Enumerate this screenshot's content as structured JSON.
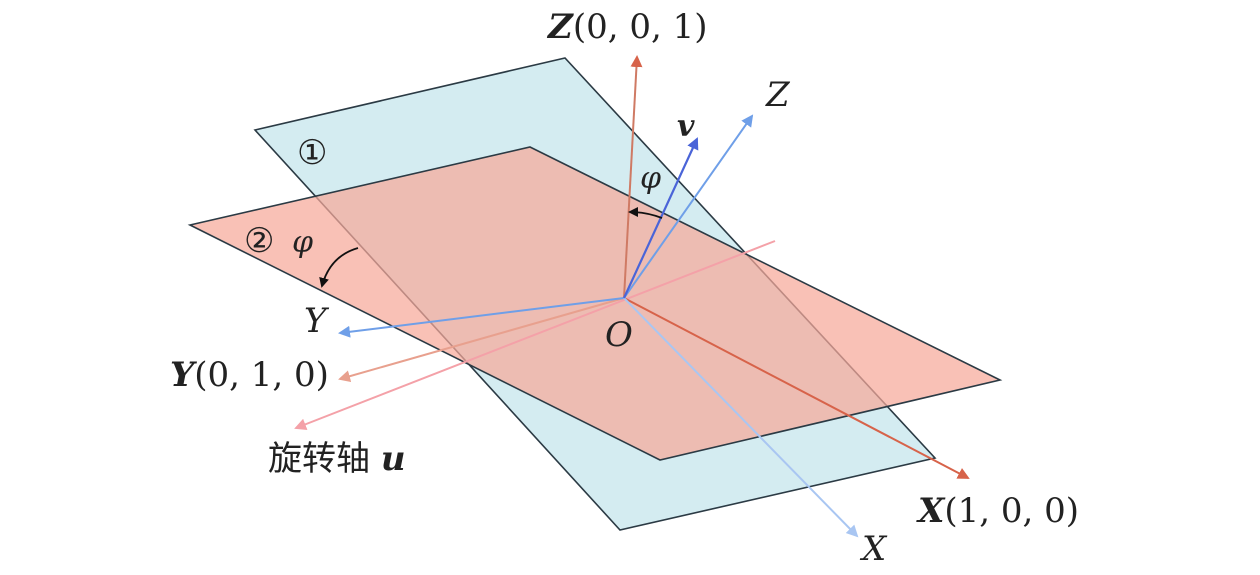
{
  "labels": {
    "Z_fixed_name": "Z",
    "Z_fixed_coords": "(0, 0, 1)",
    "Y_fixed_name": "Y",
    "Y_fixed_coords": "(0, 1, 0)",
    "X_fixed_name": "X",
    "X_fixed_coords": "(1, 0, 0)",
    "Z_rot": "Z",
    "Y_rot": "Y",
    "X_rot": "X",
    "origin": "O",
    "v": "v",
    "phi_top": "φ",
    "phi_left": "φ",
    "plane1": "①",
    "plane2": "②",
    "axis_text": "旋转轴",
    "axis_var": "u"
  },
  "colors": {
    "plane1_fill": "#cfe9ef",
    "plane2_fill": "#f7a99a",
    "fixed_axis": "#d7634a",
    "rotated_axis": "#6f9fe8",
    "v_vector": "#4a64d8",
    "rotation_axis": "#f4a1a8"
  }
}
